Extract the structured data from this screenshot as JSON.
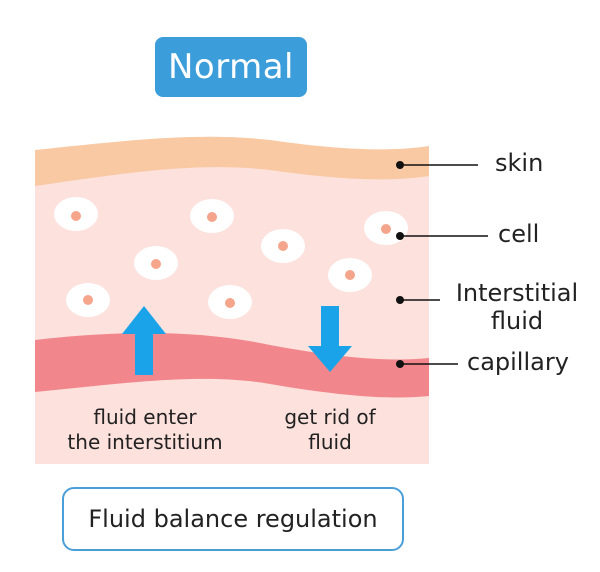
{
  "title": "Normal",
  "labels": {
    "skin": "skin",
    "cell": "cell",
    "interstitial_line1": "Interstitial",
    "interstitial_line2": "fluid",
    "capillary": "capillary"
  },
  "captions": {
    "enter_line1": "fluid enter",
    "enter_line2": "the interstitium",
    "rid_line1": "get rid of",
    "rid_line2": "fluid"
  },
  "footer": "Fluid balance regulation",
  "colors": {
    "title_bg": "#3c9ddb",
    "skin": "#f9c9a3",
    "interstitial": "#fde1dd",
    "capillary": "#f1878c",
    "cell_body": "#ffffff",
    "cell_nucleus": "#f4a58c",
    "arrow": "#1aa3e8",
    "footer_border": "#4a9fd8"
  },
  "arrows": [
    {
      "direction": "up",
      "meaning": "fluid enter"
    },
    {
      "direction": "down",
      "meaning": "get rid of"
    }
  ]
}
